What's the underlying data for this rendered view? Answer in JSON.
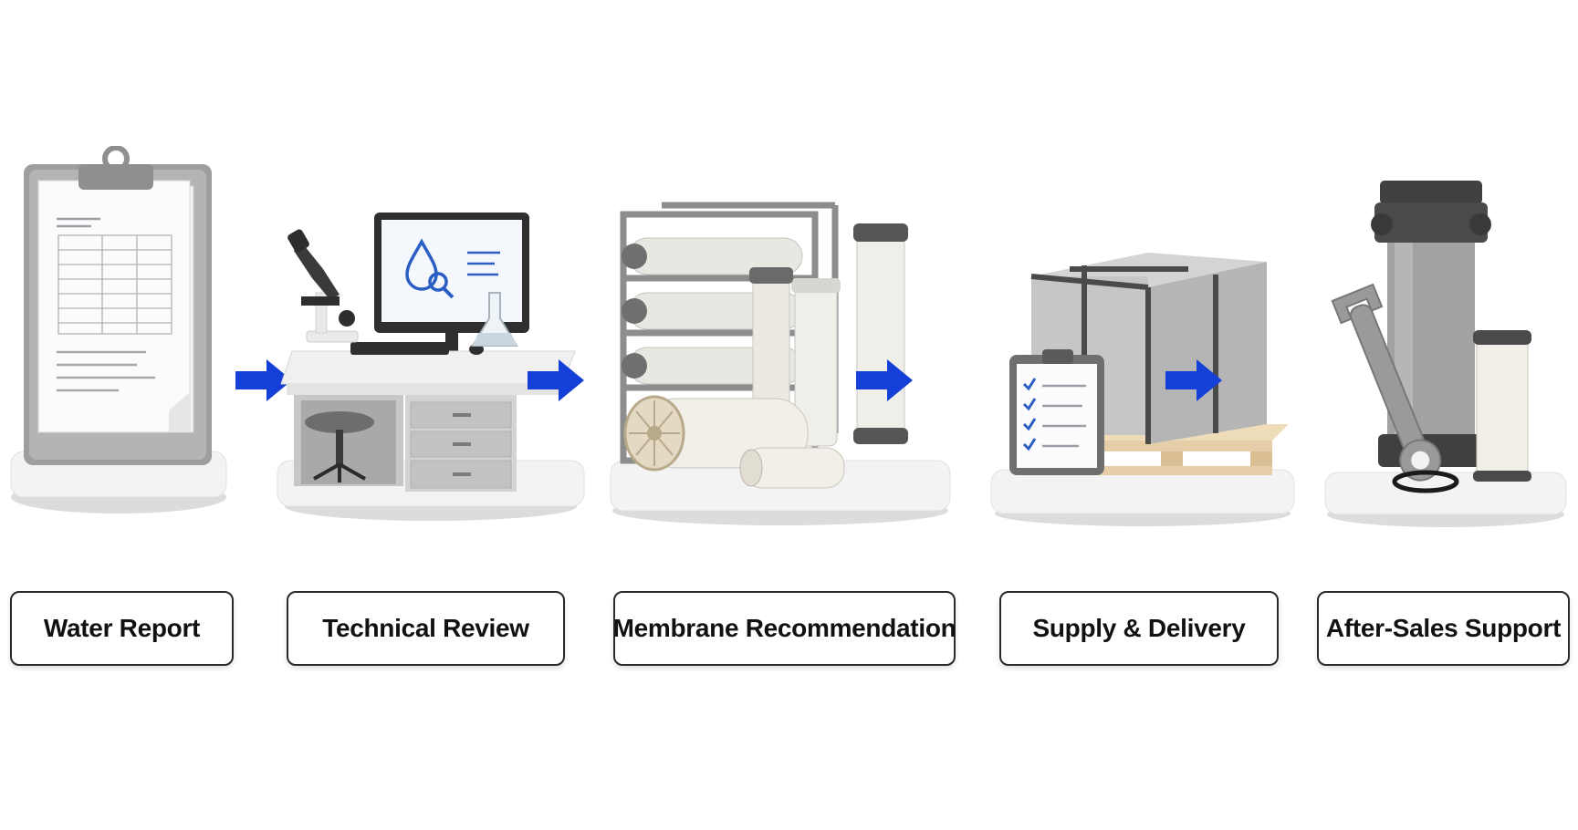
{
  "steps": [
    {
      "label": "Water Report",
      "icon": "clipboard-report-icon"
    },
    {
      "label": "Technical Review",
      "icon": "lab-desk-icon"
    },
    {
      "label": "Membrane Recommendation",
      "icon": "membrane-rack-icon"
    },
    {
      "label": "Supply & Delivery",
      "icon": "crate-pallet-icon"
    },
    {
      "label": "After-Sales Support",
      "icon": "filter-housing-wrench-icon"
    }
  ],
  "colors": {
    "arrow": "#1440d8",
    "platform": "#f1f1f1",
    "machine_gray": "#9a9a9a",
    "membrane_white": "#ecebe6",
    "pallet_wood": "#e6cfa8",
    "screen_blue": "#2a5ec4",
    "label_border": "#2a2a2a"
  }
}
